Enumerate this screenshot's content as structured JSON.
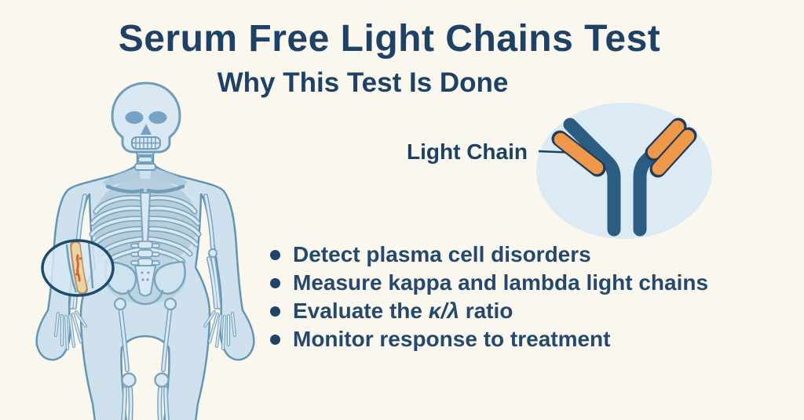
{
  "title": "Serum Free Light Chains Test",
  "subtitle": "Why This Test Is Done",
  "antibody_figure": {
    "label": "Light Chain",
    "icons": {
      "antibody": "y-shaped-antibody",
      "heavy_chain": "heavy-chain-blue-arms",
      "light_chain": "light-chain-orange-capsules"
    }
  },
  "skeleton_figure": {
    "icons": {
      "skeleton": "human-skeleton-front-view",
      "magnifier": "forearm-bone-lesion-callout-circle"
    }
  },
  "bullets": [
    {
      "pre": "Detect plasma cell disorders",
      "em": "",
      "post": ""
    },
    {
      "pre": "Measure kappa and lambda light chains",
      "em": "",
      "post": ""
    },
    {
      "pre": "Evaluate the ",
      "em": "κ/λ",
      "post": " ratio"
    },
    {
      "pre": "Monitor response to treatment",
      "em": "",
      "post": ""
    }
  ],
  "colors": {
    "background": "#faf7ee",
    "heading_text": "#1e4166",
    "body_text": "#24496d",
    "bullet_dot": "#1f4265",
    "heavy_chain_blue": "#2b5d82",
    "light_chain_orange": "#f0984a",
    "chain_outline": "#1f3c5a",
    "antibody_circle_fill": "#dceaf4",
    "skeleton_body_fill": "#cfe1ed",
    "skeleton_outline": "#6496b4",
    "bone_fill": "#d9e8f2",
    "bone_outline": "#7aa5bf",
    "torso_shade": "#b7cfdd",
    "highlight_bone": "#ecd3a4",
    "lesion_mark": "#d2653a",
    "magnifier_ring": "#1d4a70"
  }
}
